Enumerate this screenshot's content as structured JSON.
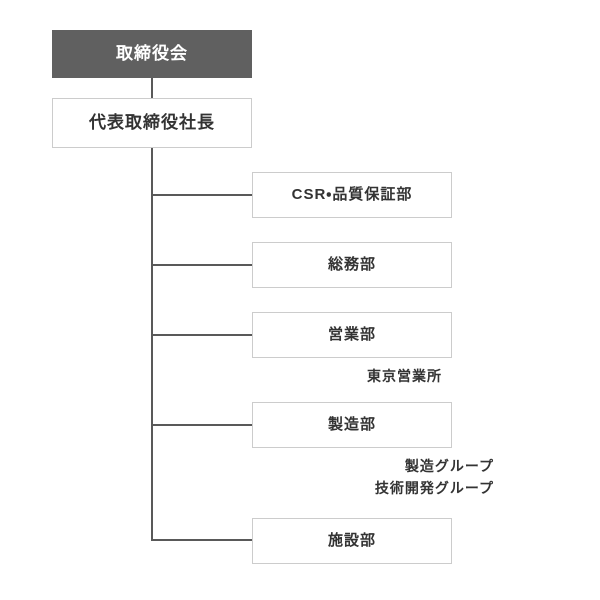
{
  "chart": {
    "type": "org-chart",
    "title": "",
    "colors": {
      "board_fill": "#606060",
      "board_text": "#ffffff",
      "box_border": "#cccccc",
      "box_fill": "#ffffff",
      "text": "#333333",
      "connector": "#595959",
      "background": "#ffffff"
    },
    "board": {
      "label": "取締役会"
    },
    "executive": {
      "label": "代表取締役社長"
    },
    "departments": [
      {
        "label": "CSR・品質保証部",
        "subgroups": []
      },
      {
        "label": "総務部",
        "subgroups": []
      },
      {
        "label": "営業部",
        "subgroups": [
          "東京営業所"
        ]
      },
      {
        "label": "製造部",
        "subgroups": [
          "製造グループ",
          "技術開発グループ"
        ]
      },
      {
        "label": "施設部",
        "subgroups": []
      }
    ]
  }
}
